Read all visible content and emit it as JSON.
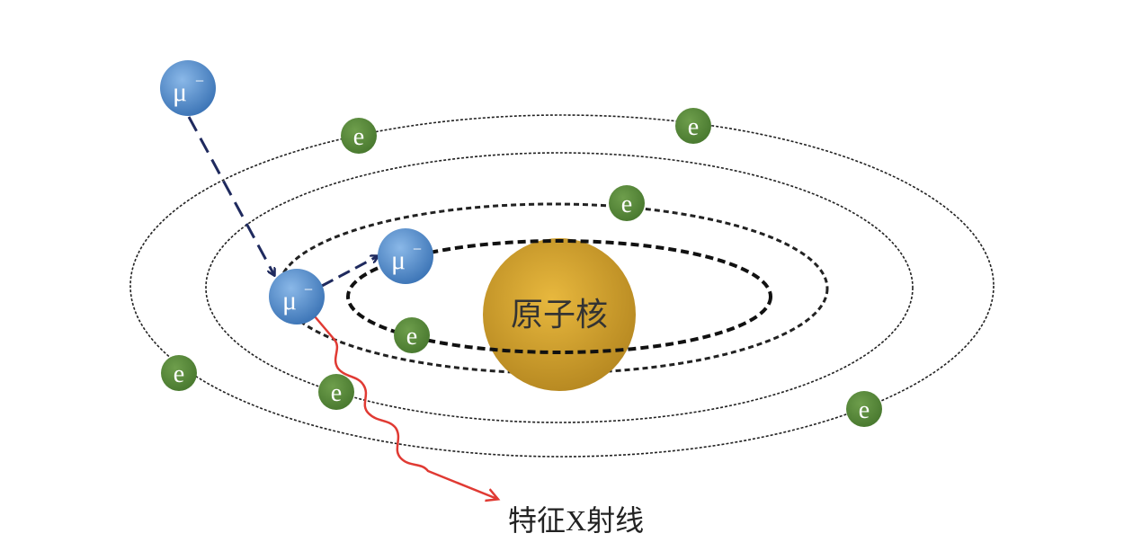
{
  "nucleus": {
    "label": "原子核",
    "color": "#d4a130"
  },
  "electron": {
    "label": "e",
    "color": "#5a8a3c"
  },
  "muon": {
    "label": "μ",
    "charge": "−",
    "color": "#5b8fcc"
  },
  "xray": {
    "label": "特征X射线",
    "color": "#e03a33"
  },
  "path_color": "#1f2a5e"
}
